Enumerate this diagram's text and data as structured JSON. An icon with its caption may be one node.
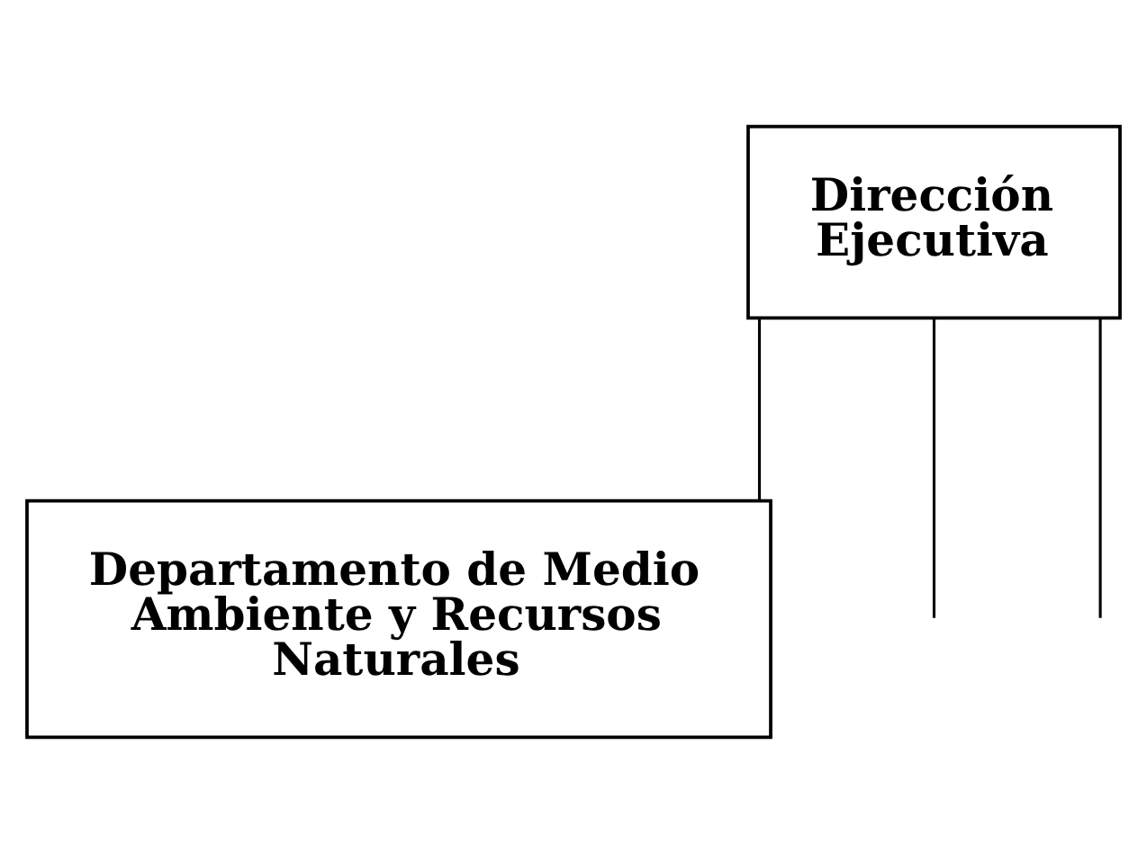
{
  "diagram": {
    "nodes": [
      {
        "text": [
          "Dirección Ejecutiva"
        ]
      },
      {
        "text": [
          "Departamento de Medio Ambiente y Recursos Naturales"
        ]
      }
    ],
    "edges": [
      {
        "from": 0,
        "to": 1,
        "arrow": "none"
      },
      {
        "from": 0,
        "to": null,
        "arrow": "none"
      },
      {
        "from": 0,
        "to": null,
        "arrow": "none"
      }
    ]
  }
}
